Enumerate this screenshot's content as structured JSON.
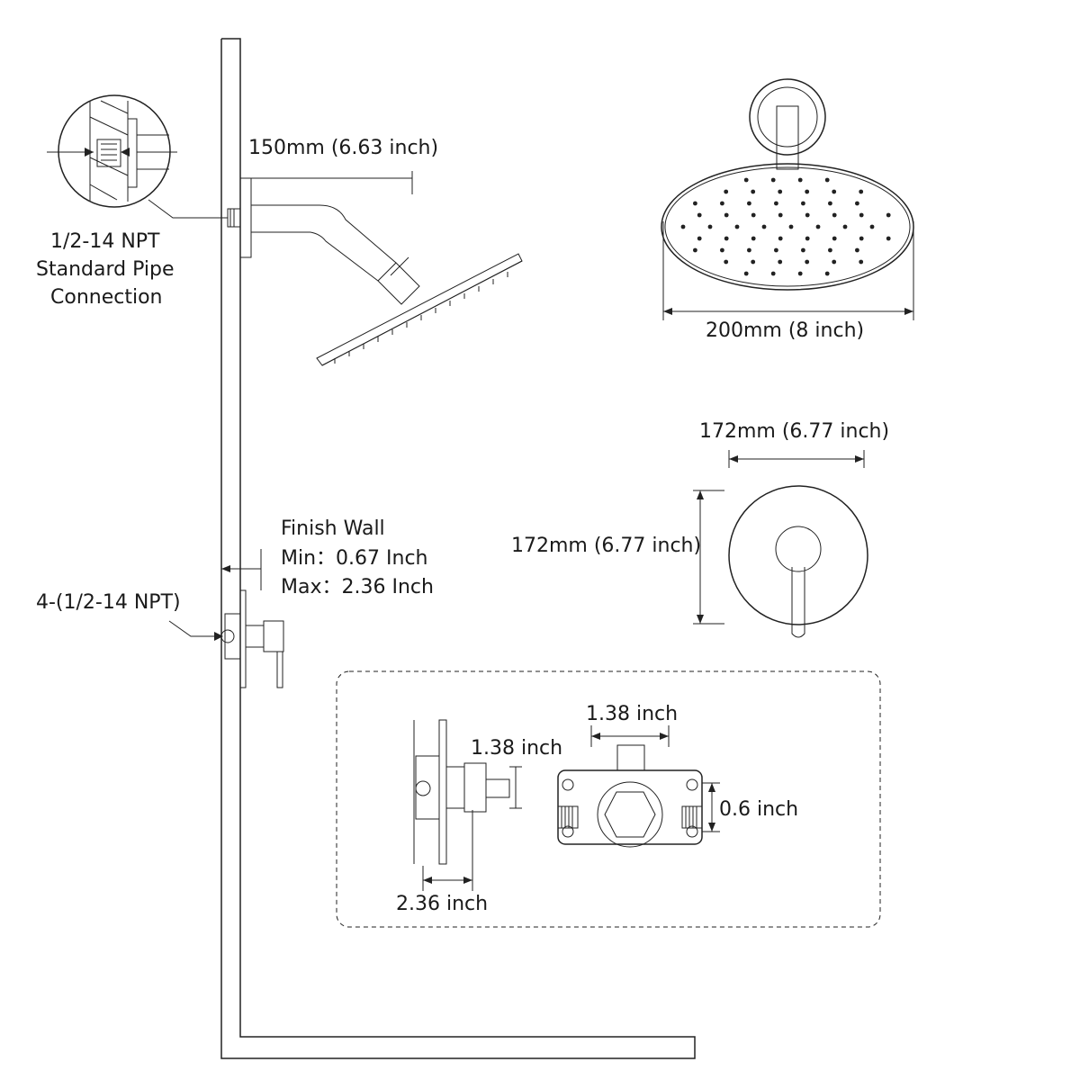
{
  "labels": {
    "arm_length": "150mm (6.63 inch)",
    "npt_line1": "1/2-14 NPT",
    "npt_line2": "Standard Pipe",
    "npt_line3": "Connection",
    "head_diameter": "200mm (8 inch)",
    "trim_width": "172mm (6.77 inch)",
    "trim_height": "172mm (6.77 inch)",
    "finish_wall": "Finish Wall",
    "finish_min": "Min：0.67 Inch",
    "finish_max": "Max：2.36 Inch",
    "valve_ports": "4-(1/2-14 NPT)",
    "stem_length": "1.38 inch",
    "valve_depth": "2.36 inch",
    "body_width": "1.38 inch",
    "body_height": "0.6 inch"
  },
  "colors": {
    "line": "#222222",
    "background": "#ffffff"
  }
}
